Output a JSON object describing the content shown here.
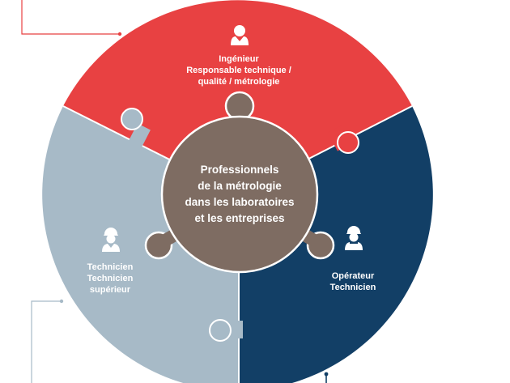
{
  "diagram": {
    "center": {
      "lines": [
        "Professionnels",
        "de la métrologie",
        "dans les laboratoires",
        "et les entreprises"
      ]
    },
    "segments": [
      {
        "id": "top",
        "color": "#e84142",
        "icon": "engineer-icon",
        "lines": [
          "Ingénieur",
          "Responsable technique /",
          "qualité / métrologie"
        ]
      },
      {
        "id": "left",
        "color": "#a7bac7",
        "icon": "technician-hardhat-icon",
        "lines": [
          "Technicien",
          "Technicien",
          "supérieur"
        ]
      },
      {
        "id": "right",
        "color": "#123f66",
        "icon": "worker-overalls-icon",
        "lines": [
          "Opérateur",
          "Technicien"
        ]
      }
    ],
    "colors": {
      "center": "#7e6c62",
      "connector": "#e84142",
      "connector_gray": "#a7bac7",
      "connector_navy": "#123f66"
    }
  }
}
